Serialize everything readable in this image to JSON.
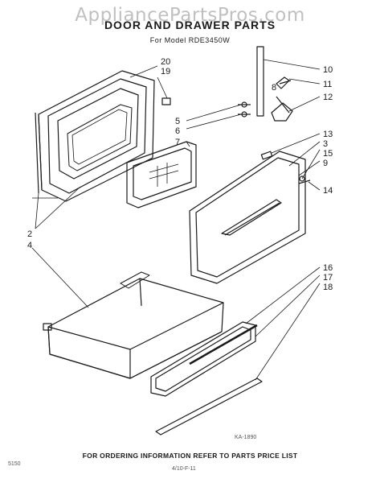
{
  "watermark": "AppliancePartsPros.com",
  "title": "DOOR AND DRAWER PARTS",
  "model_line": "For Model RDE3450W",
  "footer": "FOR ORDERING INFORMATION REFER TO PARTS PRICE LIST",
  "drawing_code": "KA-1890",
  "bottom_left_code": "5150",
  "bottom_note": "4/10-F-11",
  "callouts": {
    "c20": "20",
    "c19": "19",
    "c10": "10",
    "c11": "11",
    "c8": "8",
    "c12": "12",
    "c5": "5",
    "c6": "6",
    "c7": "7",
    "c13": "13",
    "c3": "3",
    "c15": "15",
    "c9": "9",
    "c14": "14",
    "c2": "2",
    "c4": "4",
    "c16": "16",
    "c17": "17",
    "c18": "18"
  }
}
